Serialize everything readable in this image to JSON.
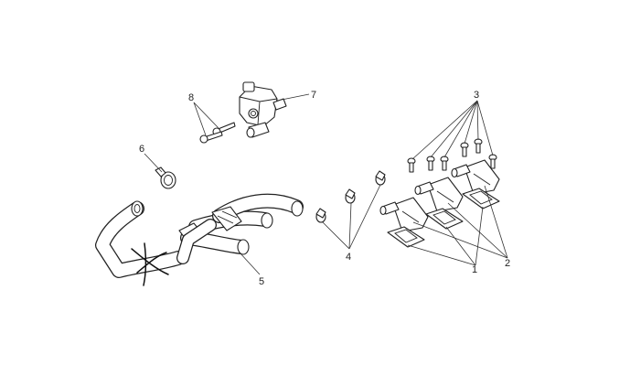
{
  "callouts": {
    "c1": "1",
    "c2": "2",
    "c3": "3",
    "c4": "4",
    "c5": "5",
    "c6": "6",
    "c7": "7",
    "c8": "8"
  },
  "colors": {
    "line": "#222222",
    "background": "#ffffff"
  }
}
